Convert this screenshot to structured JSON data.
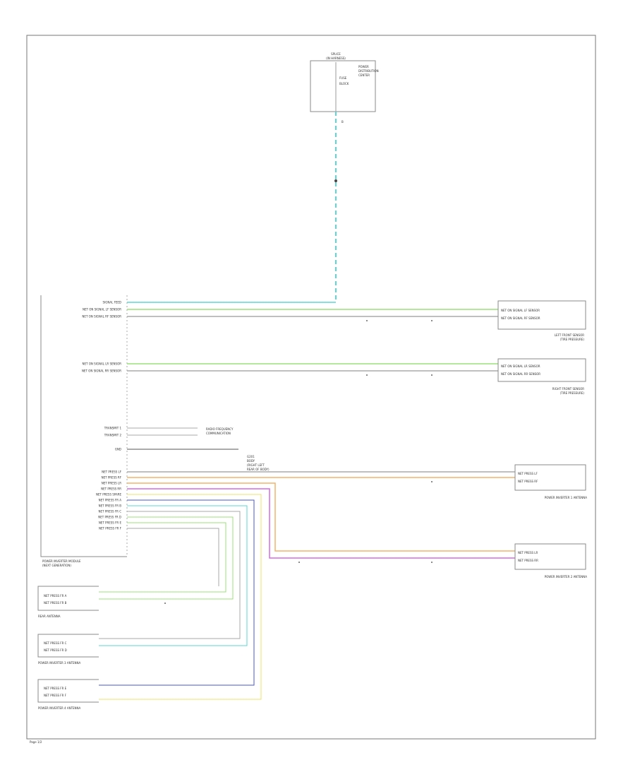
{
  "diagram": {
    "page_label": "Page 1/2",
    "top_module": {
      "name": "SPLICE",
      "subtitle": "(IN HARNESS)",
      "notes": [
        "POWER",
        "DISTRIBUTION",
        "CENTER",
        "FUSE",
        "BLOCK"
      ],
      "pin": "B"
    },
    "main_module": {
      "name": "POWER INVERTER MODULE",
      "subtitle": "(NEXT GENERATION)",
      "pins_left": [
        "SIGNAL FEED",
        "NET ON SIGNAL LF SENSOR",
        "NET ON SIGNAL RF SENSOR",
        "NET ON SIGNAL LR SENSOR",
        "NET ON SIGNAL RR SENSOR",
        "TRANSMIT 1",
        "TRANSMIT 2",
        "GND",
        "NET PRESS LF",
        "NET PRESS RF",
        "NET PRESS LR",
        "NET PRESS RR",
        "NET PRESS SPARE",
        "NET PRESS FR A",
        "NET PRESS FR B",
        "NET PRESS FR C",
        "NET PRESS FR D",
        "NET PRESS FR E",
        "NET PRESS FR F"
      ]
    },
    "right_components": [
      {
        "label": "LEFT FRONT SENSOR",
        "sub": "(TIRE PRESSURE)",
        "pins": [
          "NET ON SIGNAL LF SENSOR",
          "NET ON SIGNAL RF SENSOR"
        ]
      },
      {
        "label": "RIGHT FRONT SENSOR",
        "sub": "(TIRE PRESSURE)",
        "pins": [
          "NET ON SIGNAL LR SENSOR",
          "NET ON SIGNAL RR SENSOR"
        ]
      },
      {
        "label": "POWER INVERTER 1 ANTENNA",
        "sub": "",
        "pins": [
          "NET PRESS LF",
          "NET PRESS RF"
        ]
      },
      {
        "label": "POWER INVERTER 2 ANTENNA",
        "sub": "",
        "pins": [
          "NET PRESS LR",
          "NET PRESS RR"
        ]
      }
    ],
    "bottom_components": [
      {
        "label": "REAR ANTENNA",
        "pins": [
          "NET PRESS FR A",
          "NET PRESS FR B"
        ]
      },
      {
        "label": "POWER INVERTER 3 ANTENNA",
        "pins": [
          "NET PRESS FR C",
          "NET PRESS FR D"
        ]
      },
      {
        "label": "POWER INVERTER 4 ANTENNA",
        "pins": [
          "NET PRESS FR E",
          "NET PRESS FR F"
        ]
      }
    ],
    "ground_note": [
      "G201",
      "BODY",
      "(RIGHT LEFT",
      "REAR OF BODY)"
    ],
    "transmit_note": [
      "RADIO FREQUENCY",
      "COMMUNICATION"
    ],
    "colors": {
      "green": "#9be07a",
      "cyan": "#5fd6d6",
      "orange": "#f2b36b",
      "magenta": "#d66be0",
      "yellow": "#eee36a",
      "blue": "#4a57c9",
      "gray": "#aaaaaa",
      "dark": "#555555"
    }
  }
}
